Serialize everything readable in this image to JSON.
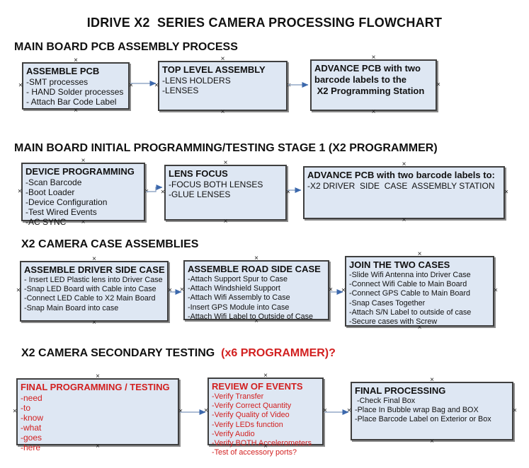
{
  "title": "IDRIVE X2  SERIES CAMERA PROCESSING FLOWCHART",
  "colors": {
    "box_fill": "#dee7f3",
    "box_border": "#3f3f3f",
    "box_shadow": "#8c8c8c",
    "red_text": "#d22020",
    "connector_line": "#93a9c7",
    "connector_arrow": "#3c68ac",
    "text": "#111111"
  },
  "sections": {
    "s1": {
      "heading": "MAIN BOARD PCB ASSEMBLY PROCESS"
    },
    "s2": {
      "heading": "MAIN BOARD INITIAL PROGRAMMING/TESTING STAGE 1 (X2 PROGRAMMER)"
    },
    "s3": {
      "heading": "X2 CAMERA CASE ASSEMBLIES"
    },
    "s4": {
      "heading_black": "X2 CAMERA SECONDARY TESTING ",
      "heading_red": " (x6 PROGRAMMER)?"
    }
  },
  "boxes": {
    "assemble_pcb": {
      "title": "ASSEMBLE PCB",
      "items": [
        "-SMT processes",
        "- HAND Solder processes",
        "- Attach Bar Code Label"
      ]
    },
    "top_level_assembly": {
      "title": "TOP LEVEL ASSEMBLY",
      "items": [
        "-LENS HOLDERS",
        "-LENSES"
      ]
    },
    "advance_pcb_station": {
      "title": "ADVANCE PCB with two\nbarcode labels to the\n X2 Programming Station",
      "items": []
    },
    "device_programming": {
      "title": "DEVICE PROGRAMMING",
      "items": [
        "-Scan Barcode",
        "-Boot Loader",
        "-Device Configuration",
        "-Test Wired Events",
        "-AC SYNC"
      ]
    },
    "lens_focus": {
      "title": "LENS FOCUS",
      "items": [
        "-FOCUS BOTH LENSES",
        "-GLUE LENSES"
      ]
    },
    "advance_pcb_driver_side": {
      "title": "ADVANCE PCB with two barcode labels to:",
      "items": [
        "-X2 DRIVER  SIDE  CASE  ASSEMBLY STATION"
      ]
    },
    "assemble_driver_side_case": {
      "title": "ASSEMBLE DRIVER SIDE CASE",
      "items": [
        "- Insert LED Plastic lens into Driver Case",
        "-Snap LED Board with Cable into Case",
        "-Connect LED Cable to X2 Main Board",
        "-Snap Main Board into case"
      ]
    },
    "assemble_road_side_case": {
      "title": "ASSEMBLE ROAD SIDE CASE",
      "items": [
        "-Attach Support Spur to Case",
        "-Attach Windshield Support",
        "-Attach Wifi Assembly to Case",
        "-Insert GPS Module into Case",
        "-Attach Wifi Label to Outside of Case"
      ]
    },
    "join_the_two_cases": {
      "title": "JOIN THE TWO CASES",
      "items": [
        "-Slide Wifi Antenna into Driver Case",
        "-Connect Wifi Cable to Main Board",
        "-Connect GPS Cable to Main Board",
        "-Snap Cases Together",
        "-Attach S/N Label to outside of case",
        "-Secure cases with Screw"
      ]
    },
    "final_programming_testing": {
      "title": "FINAL PROGRAMMING / TESTING",
      "items": [
        "-need",
        "-to",
        "-know",
        "-what",
        "-goes",
        "-here"
      ]
    },
    "review_of_events": {
      "title": "REVIEW OF EVENTS",
      "items": [
        "-Verify Transfer",
        "-Verify Correct Quantity",
        "-Verify Quality of Video",
        "-Verify LEDs function",
        "-Verify Audio",
        "-Verify BOTH Accelerometers",
        "-Test of accessory ports?"
      ]
    },
    "final_processing": {
      "title": "FINAL PROCESSING",
      "items": [
        " -Check Final Box",
        "-Place In Bubble wrap Bag and BOX",
        "-Place Barcode Label on Exterior or Box"
      ]
    }
  }
}
